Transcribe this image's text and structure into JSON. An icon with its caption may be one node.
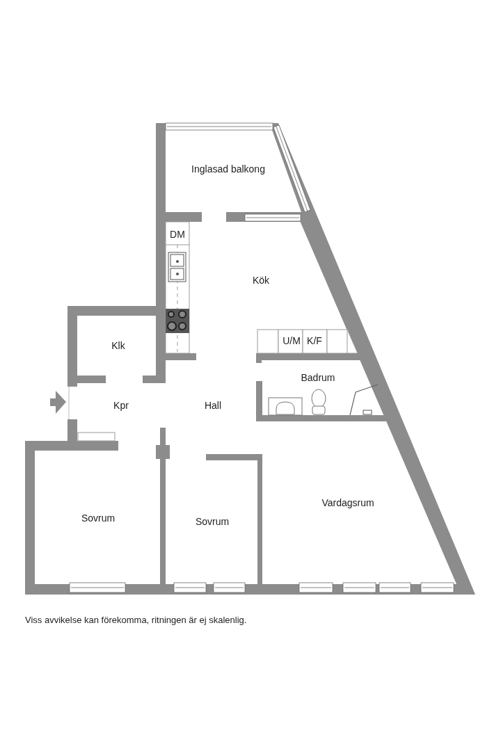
{
  "diagram": {
    "caption": "Viss avvikelse kan förekomma, ritningen är ej skalenlig.",
    "labels": [
      "Inglasad balkong",
      "DM",
      "Kök",
      "U/M",
      "K/F",
      "Klk",
      "Badrum",
      "Kpr",
      "Hall",
      "Vardagsrum",
      "Sovrum",
      "Sovrum"
    ]
  }
}
